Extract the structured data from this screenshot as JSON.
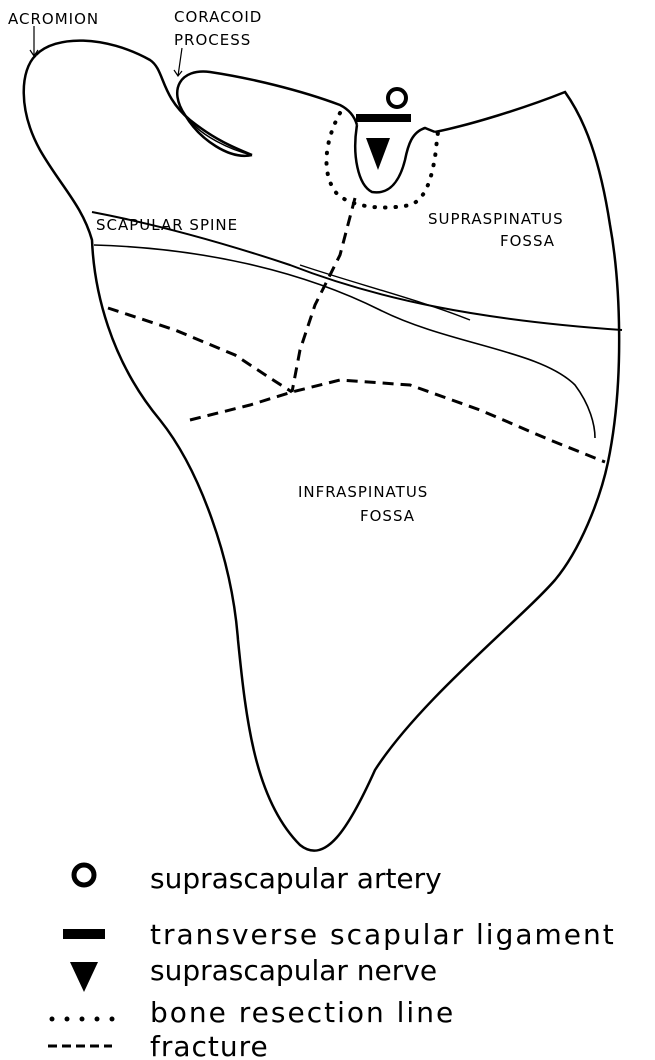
{
  "labels": {
    "acromion": "ACROMION",
    "coracoid_line1": "CORACOID",
    "coracoid_line2": "PROCESS",
    "scapular_spine": "SCAPULAR SPINE",
    "supraspinatus_line1": "SUPRASPINATUS",
    "supraspinatus_line2": "FOSSA",
    "infraspinatus_line1": "INFRASPINATUS",
    "infraspinatus_line2": "FOSSA"
  },
  "legend": [
    {
      "symbol": "circle",
      "text": "suprascapular artery"
    },
    {
      "symbol": "bar",
      "text": "transverse scapular ligament"
    },
    {
      "symbol": "triangle",
      "text": "suprascapular nerve"
    },
    {
      "symbol": "dots",
      "text": "bone resection line"
    },
    {
      "symbol": "dashes",
      "text": "fracture"
    }
  ]
}
